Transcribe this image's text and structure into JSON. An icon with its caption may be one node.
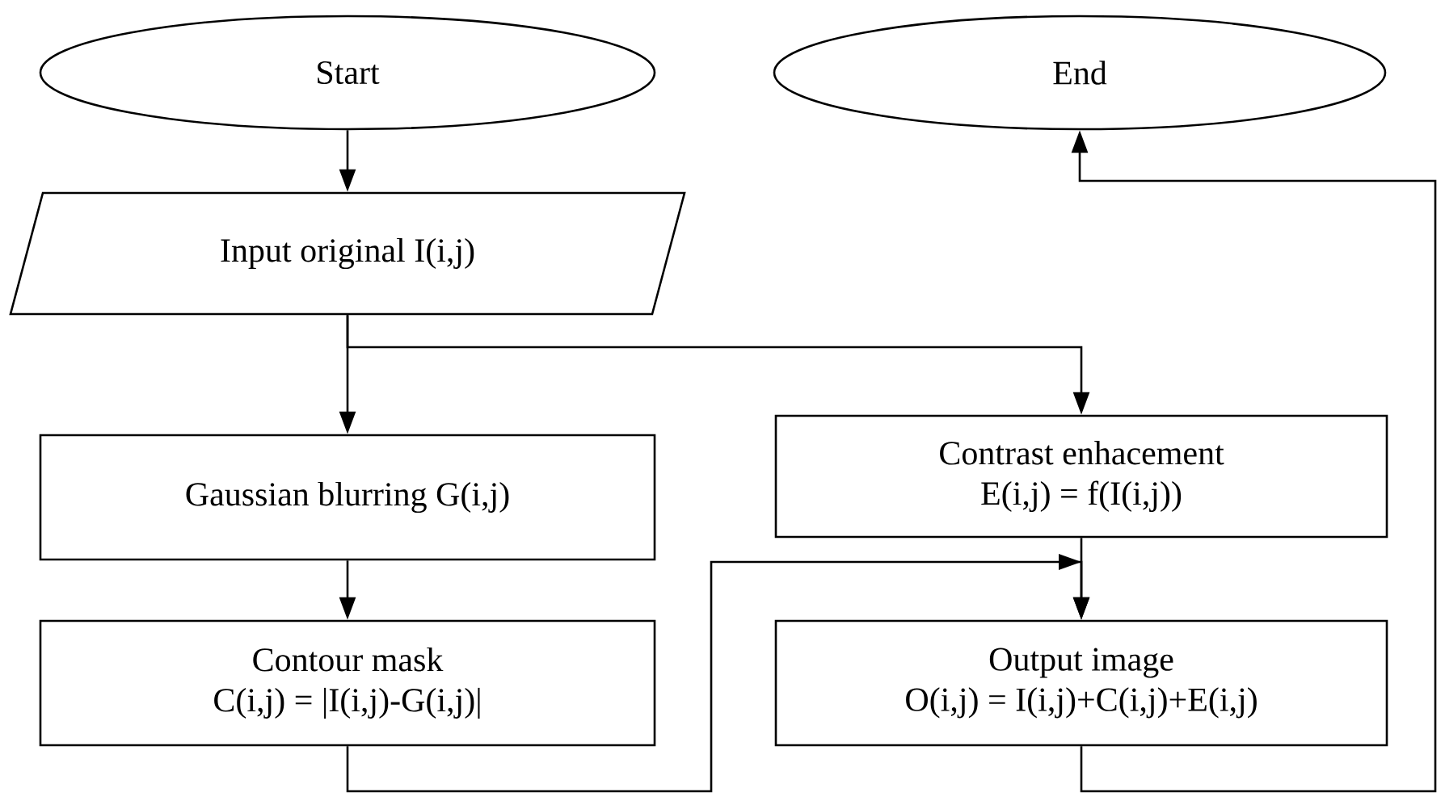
{
  "diagram": {
    "nodes": [
      {
        "text": [
          "Start"
        ]
      },
      {
        "text": [
          "End"
        ]
      },
      {
        "text": [
          "Input original I(i,j)"
        ]
      },
      {
        "text": [
          "Gaussian blurring G(i,j)"
        ]
      },
      {
        "text": [
          "Contrast enhacement",
          "E(i,j) = f(I(i,j))"
        ]
      },
      {
        "text": [
          "Contour mask",
          "C(i,j) = |I(i,j)-G(i,j)|"
        ]
      },
      {
        "text": [
          "Output image",
          "O(i,j) = I(i,j)+C(i,j)+E(i,j)"
        ]
      }
    ],
    "edges": [
      {
        "from": 0,
        "to": 2,
        "arrow": "to"
      },
      {
        "from": 2,
        "to": 3,
        "arrow": "to"
      },
      {
        "from": 2,
        "to": 4,
        "arrow": "to"
      },
      {
        "from": 3,
        "to": 5,
        "arrow": "to"
      },
      {
        "from": 5,
        "to": 6,
        "arrow": "to"
      },
      {
        "from": 4,
        "to": 6,
        "arrow": "to"
      },
      {
        "from": 6,
        "to": 1,
        "arrow": "to"
      }
    ]
  }
}
